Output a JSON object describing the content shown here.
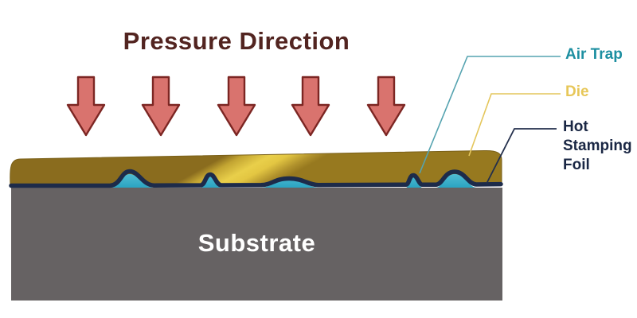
{
  "diagram": {
    "title": "Pressure Direction",
    "labels": {
      "air_trap": "Air Trap",
      "die": "Die",
      "hot_stamping_foil": "Hot Stamping Foil",
      "substrate": "Substrate"
    },
    "arrow_count": 5,
    "colors": {
      "title_text": "#522420",
      "arrow_fill": "#d9736e",
      "arrow_outline": "#7c2623",
      "air_trap_fill": "#3fb3cc",
      "air_trap_label": "#1d8fa1",
      "die_gold": "#e0c244",
      "die_label": "#e7c759",
      "foil_line": "#1d2b4a",
      "hot_stamping_foil_label": "#1a2744",
      "substrate_fill": "#666263",
      "substrate_label": "#ffffff"
    }
  }
}
